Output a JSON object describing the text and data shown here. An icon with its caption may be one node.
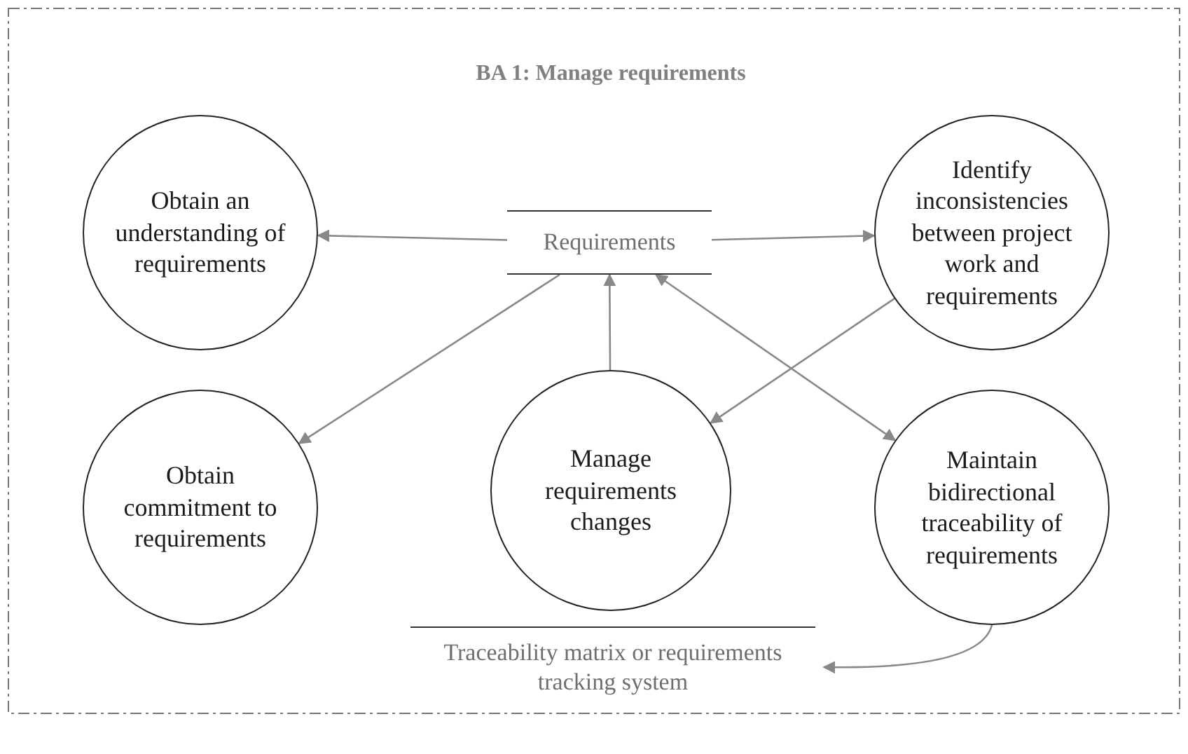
{
  "diagram": {
    "title": "BA 1: Manage requirements",
    "nodes": [
      {
        "text": [
          "Requirements"
        ]
      },
      {
        "text": [
          "Obtain an understanding of requirements"
        ]
      },
      {
        "text": [
          "Identify inconsistencies between project work and requirements"
        ]
      },
      {
        "text": [
          "Obtain commitment to requirements"
        ]
      },
      {
        "text": [
          "Manage requirements changes"
        ]
      },
      {
        "text": [
          "Maintain bidirectional traceability of requirements"
        ]
      },
      {
        "text": [
          "Traceability matrix or requirements tracking system"
        ]
      }
    ],
    "edges": [
      {
        "from": 0,
        "to": 1,
        "arrow": "to"
      },
      {
        "from": 0,
        "to": 2,
        "arrow": "to"
      },
      {
        "from": 0,
        "to": 3,
        "arrow": "to"
      },
      {
        "from": 4,
        "to": 0,
        "arrow": "to"
      },
      {
        "from": 0,
        "to": 5,
        "arrow": "both"
      },
      {
        "from": 2,
        "to": 4,
        "arrow": "to"
      },
      {
        "from": 5,
        "to": 6,
        "arrow": "to"
      }
    ]
  }
}
